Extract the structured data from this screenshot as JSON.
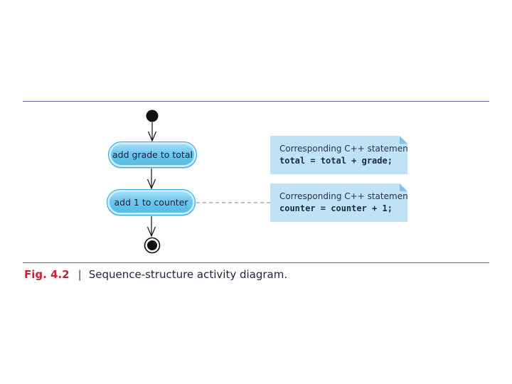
{
  "diagram": {
    "actions": [
      "add grade to total",
      "add 1 to counter"
    ],
    "notes": [
      {
        "caption": "Corresponding C++ statement:",
        "code": "total = total + grade;"
      },
      {
        "caption": "Corresponding C++ statement:",
        "code": "counter = counter + 1;"
      }
    ]
  },
  "caption": {
    "figure_label": "Fig. 4.2",
    "separator": "|",
    "text": "Sequence-structure activity diagram."
  },
  "colors": {
    "action_fill": "#6cc7ee",
    "note_fill": "#bfe3f4",
    "rule": "#5a6a8a",
    "figure_label": "#c4223a"
  }
}
